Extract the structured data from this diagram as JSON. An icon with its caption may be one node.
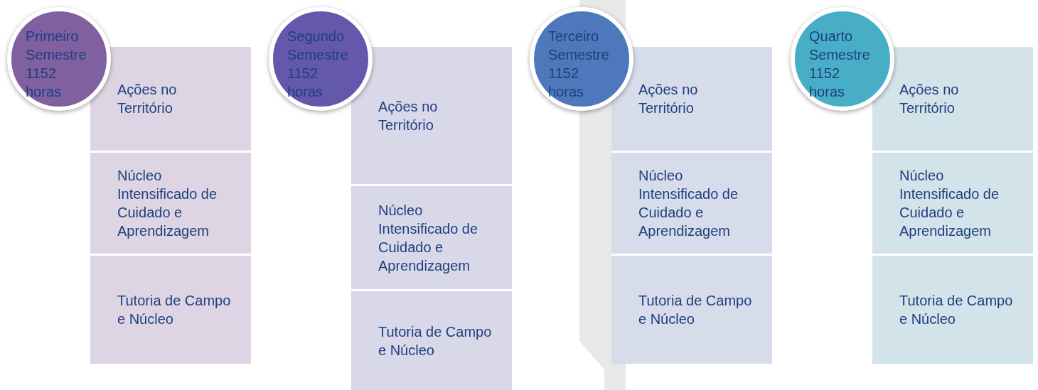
{
  "diagram": {
    "nodes": [
      {
        "text": [
          "Primeiro Semestre 1152 horas"
        ]
      },
      {
        "text": [
          "Ações no Território"
        ]
      },
      {
        "text": [
          "Núcleo Intensificado de Cuidado e Aprendizagem"
        ]
      },
      {
        "text": [
          "Tutoria de Campo e Núcleo"
        ]
      },
      {
        "text": [
          "Segundo Semestre 1152 horas"
        ]
      },
      {
        "text": [
          "Ações no Território"
        ]
      },
      {
        "text": [
          "Núcleo Intensificado de Cuidado e Aprendizagem"
        ]
      },
      {
        "text": [
          "Tutoria de Campo e Núcleo"
        ]
      },
      {
        "text": [
          "Terceiro Semestre 1152 horas"
        ]
      },
      {
        "text": [
          "Ações no Território"
        ]
      },
      {
        "text": [
          "Núcleo Intensificado de Cuidado e Aprendizagem"
        ]
      },
      {
        "text": [
          "Tutoria de Campo e Núcleo"
        ]
      },
      {
        "text": [
          "Quarto Semestre 1152 horas"
        ]
      },
      {
        "text": [
          "Ações no Território"
        ]
      },
      {
        "text": [
          "Núcleo Intensificado de Cuidado e Aprendizagem"
        ]
      },
      {
        "text": [
          "Tutoria de Campo e Núcleo"
        ]
      }
    ]
  }
}
